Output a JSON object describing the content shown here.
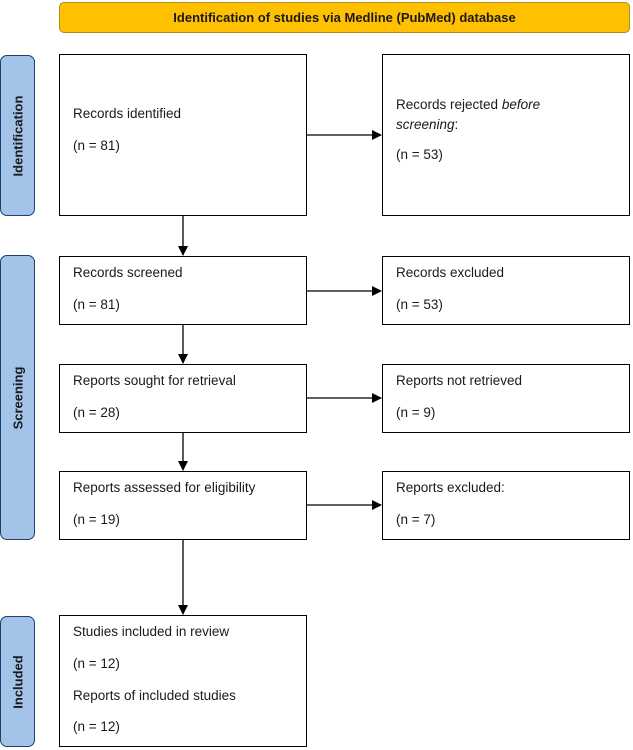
{
  "header": {
    "title": "Identification of studies via Medline (PubMed) database"
  },
  "phases": {
    "identification": "Identification",
    "screening": "Screening",
    "included": "Included"
  },
  "boxes": {
    "records_identified": {
      "label": "Records identified",
      "count": "(n = 81)"
    },
    "records_rejected": {
      "label_part1": "Records rejected ",
      "label_italic1": "before",
      "label_italic2": "screening",
      "label_colon": ":",
      "count": "(n = 53)"
    },
    "records_screened": {
      "label": "Records screened",
      "count": "(n = 81)"
    },
    "records_excluded": {
      "label": "Records excluded",
      "count": "(n = 53)"
    },
    "reports_sought": {
      "label": "Reports sought for retrieval",
      "count": "(n = 28)"
    },
    "reports_not_retrieved": {
      "label": "Reports not retrieved",
      "count": "(n = 9)"
    },
    "reports_assessed": {
      "label": "Reports assessed for eligibility",
      "count": "(n = 19)"
    },
    "reports_excluded": {
      "label": "Reports excluded:",
      "count": "(n = 7)"
    },
    "studies_included": {
      "label": "Studies included in review",
      "count": "(n = 12)",
      "label2": "Reports of included studies",
      "count2": "(n = 12)"
    }
  }
}
